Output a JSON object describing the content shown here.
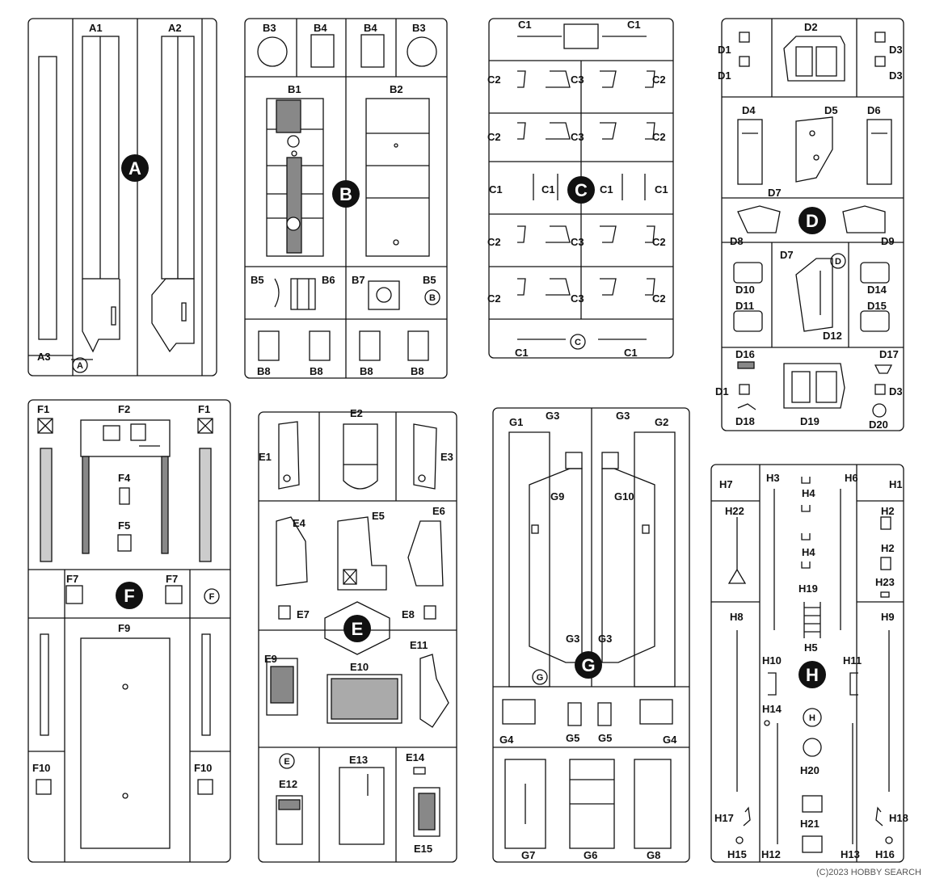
{
  "sprues": {
    "A": {
      "letter": "A",
      "labels": [
        "A1",
        "A2",
        "A3"
      ]
    },
    "B": {
      "letter": "B",
      "labels": [
        "B3",
        "B4",
        "B4",
        "B3",
        "B1",
        "B2",
        "B5",
        "B6",
        "B7",
        "B5",
        "B8",
        "B8",
        "B8",
        "B8"
      ]
    },
    "C": {
      "letter": "C",
      "labels": [
        "C1",
        "C1",
        "C2",
        "C3",
        "C2",
        "C2",
        "C3",
        "C2",
        "C1",
        "C1",
        "C1",
        "C1",
        "C2",
        "C3",
        "C2",
        "C2",
        "C3",
        "C2",
        "C1",
        "C1"
      ]
    },
    "D": {
      "letter": "D",
      "labels": [
        "D2",
        "D1",
        "D3",
        "D1",
        "D3",
        "D4",
        "D5",
        "D6",
        "D7",
        "D8",
        "D9",
        "D7",
        "D10",
        "D14",
        "D11",
        "D15",
        "D12",
        "D16",
        "D17",
        "D1",
        "D3",
        "D18",
        "D19",
        "D20"
      ]
    },
    "E": {
      "letter": "E",
      "labels": [
        "E2",
        "E1",
        "E3",
        "E4",
        "E5",
        "E6",
        "E7",
        "E8",
        "E9",
        "E10",
        "E11",
        "E13",
        "E14",
        "E12",
        "E15"
      ]
    },
    "F": {
      "letter": "F",
      "labels": [
        "F1",
        "F2",
        "F1",
        "F4",
        "F5",
        "F7",
        "F7",
        "F9",
        "F10",
        "F10"
      ]
    },
    "G": {
      "letter": "G",
      "labels": [
        "G1",
        "G3",
        "G3",
        "G2",
        "G9",
        "G10",
        "G3",
        "G3",
        "G4",
        "G5",
        "G5",
        "G4",
        "G7",
        "G6",
        "G8"
      ]
    },
    "H": {
      "letter": "H",
      "labels": [
        "H7",
        "H3",
        "H6",
        "H1",
        "H4",
        "H2",
        "H22",
        "H4",
        "H2",
        "H19",
        "H23",
        "H8",
        "H9",
        "H5",
        "H10",
        "H11",
        "H14",
        "H20",
        "H21",
        "H17",
        "H18",
        "H15",
        "H12",
        "H13",
        "H16"
      ]
    }
  },
  "watermark": "(C)2023 HOBBY SEARCH"
}
